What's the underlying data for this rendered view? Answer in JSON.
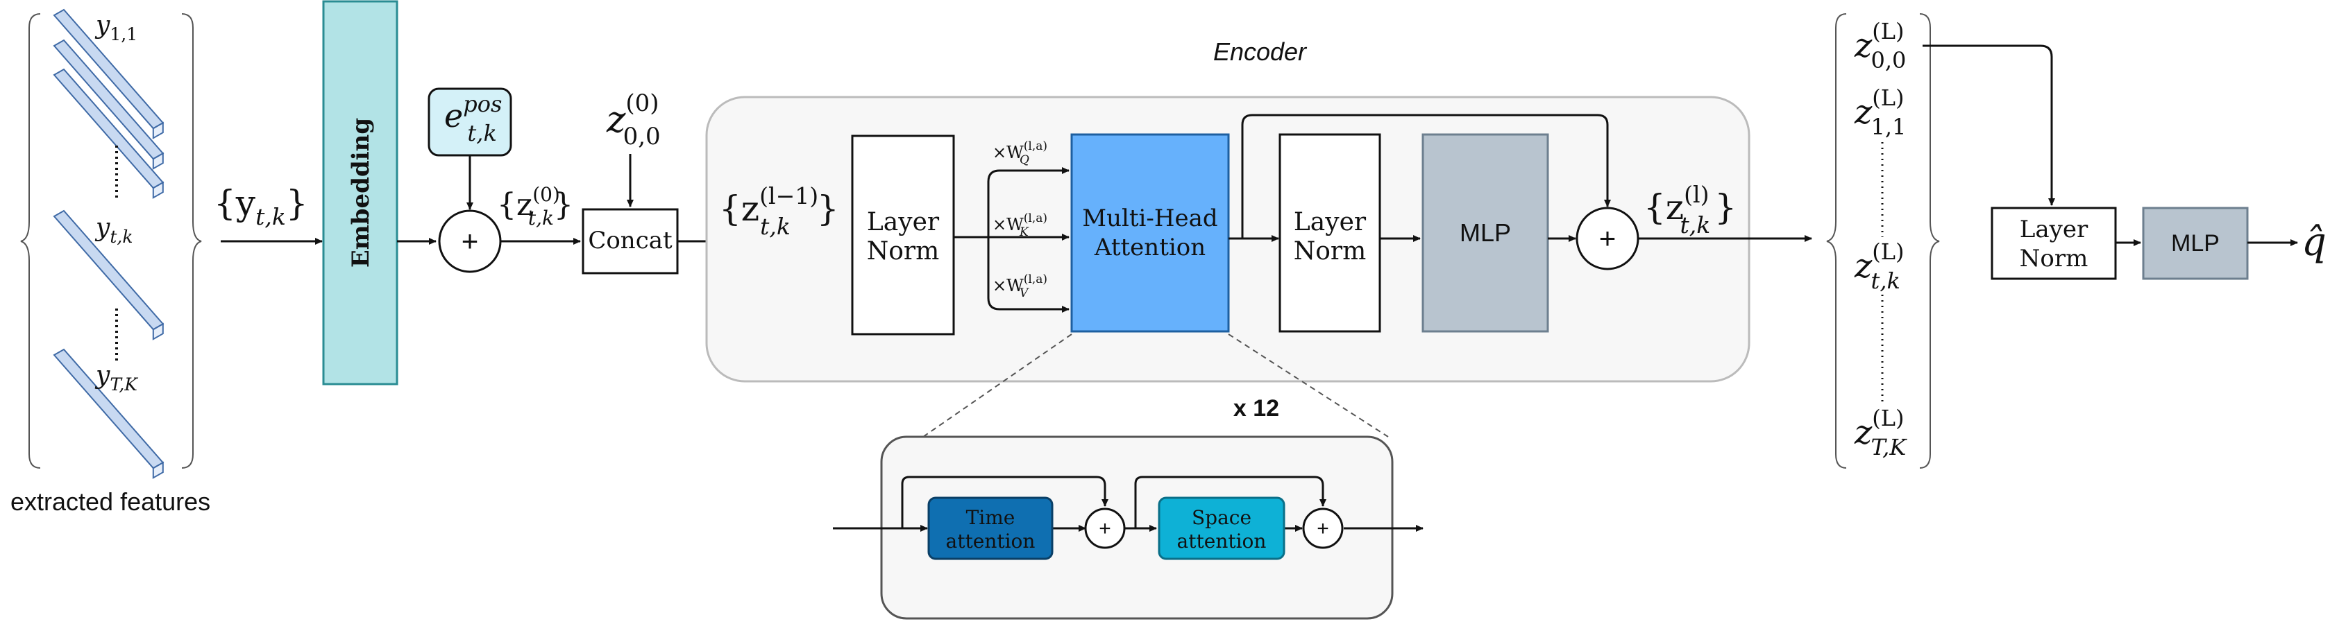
{
  "colors": {
    "embedding": "#b2e3e6",
    "embedding_border": "#2a8c93",
    "pos_box": "#d4f1f8",
    "mha": "#66b1fc",
    "mha_border": "#1d5fa0",
    "mlp": "#b8c4cf",
    "mlp_border": "#6d7f8f",
    "time_attn": "#0f6fb1",
    "space_attn": "#0eb1d6",
    "encoder_bg": "#f7f7f7",
    "feature_bar": "#c8d9f1",
    "feature_bar_border": "#3f6aa6"
  },
  "features": {
    "caption": "extracted features",
    "label_first_main": "y",
    "label_first_sub": "1,1",
    "label_mid_main": "y",
    "label_mid_sub": "t,k",
    "label_last_main": "y",
    "label_last_sub": "T,K"
  },
  "input": {
    "label_main": "{y",
    "label_sub": "t,k",
    "label_close": "}"
  },
  "embedding": {
    "label": "Embedding"
  },
  "positional": {
    "main": "e",
    "sup": "pos",
    "sub": "t,k"
  },
  "plus_symbol": "+",
  "z0": {
    "main": "{z",
    "sup": "(0)",
    "sub": "t,k",
    "close": "}"
  },
  "cls": {
    "main": "z",
    "sup": "(0)",
    "sub": "0,0"
  },
  "concat": {
    "label": "Concat"
  },
  "encoder": {
    "title": "Encoder",
    "input_main": "{z",
    "input_sup": "(l−1)",
    "input_sub": "t,k",
    "input_close": "}",
    "layer_norm_1": [
      "Layer",
      "Norm"
    ],
    "w_q": {
      "prefix": "×W",
      "sup": "(l,a)",
      "sub": "Q"
    },
    "w_k": {
      "prefix": "×W",
      "sup": "(l,a)",
      "sub": "K"
    },
    "w_v": {
      "prefix": "×W",
      "sup": "(l,a)",
      "sub": "V"
    },
    "mha": [
      "Multi-Head",
      "Attention"
    ],
    "layer_norm_2": [
      "Layer",
      "Norm"
    ],
    "mlp": "MLP",
    "output_main": "{z",
    "output_sup": "(l)",
    "output_sub": "t,k",
    "output_close": "}",
    "repeat": "x 12"
  },
  "divided_attention": {
    "time": [
      "Time",
      "attention"
    ],
    "space": [
      "Space",
      "attention"
    ]
  },
  "outputs": {
    "z00": {
      "main": "z",
      "sup": "(L)",
      "sub": "0,0"
    },
    "z11": {
      "main": "z",
      "sup": "(L)",
      "sub": "1,1"
    },
    "ztk": {
      "main": "z",
      "sup": "(L)",
      "sub": "t,k"
    },
    "zTK": {
      "main": "z",
      "sup": "(L)",
      "sub": "T,K"
    }
  },
  "head": {
    "layer_norm": [
      "Layer",
      "Norm"
    ],
    "mlp": "MLP",
    "output": "q̂"
  }
}
